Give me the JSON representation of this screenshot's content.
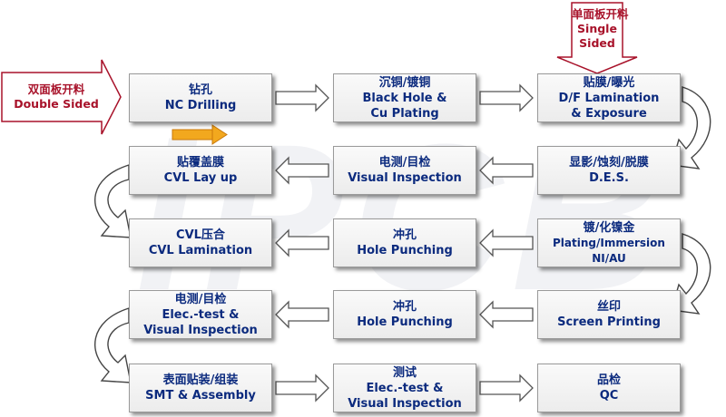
{
  "watermark": "iPCB",
  "entries": {
    "double": {
      "zh": "双面板开料",
      "en": "Double Sided"
    },
    "single": {
      "zh": "单面板开料",
      "en1": "Single",
      "en2": "Sided"
    }
  },
  "steps": {
    "r1": [
      {
        "zh": "钻孔",
        "en1": "NC Drilling"
      },
      {
        "zh": "沉铜/镀铜",
        "en1": "Black Hole &",
        "en2": "Cu Plating"
      },
      {
        "zh": "贴膜/曝光",
        "en1": "D/F Lamination",
        "en2": "& Exposure"
      }
    ],
    "r2": [
      {
        "zh": "贴覆盖膜",
        "en1": "CVL Lay up"
      },
      {
        "zh": "电测/目检",
        "en1": "Visual Inspection"
      },
      {
        "zh": "显影/蚀刻/脱膜",
        "en1": "D.E.S."
      }
    ],
    "r3": [
      {
        "zh": "CVL压合",
        "en1": "CVL Lamination"
      },
      {
        "zh": "冲孔",
        "en1": "Hole Punching"
      },
      {
        "zh": "镀/化镍金",
        "en1": "Plating/Immersion",
        "en2": "NI/AU"
      }
    ],
    "r4": [
      {
        "zh": "电测/目检",
        "en1": "Elec.-test &",
        "en2": "Visual Inspection"
      },
      {
        "zh": "冲孔",
        "en1": "Hole Punching"
      },
      {
        "zh": "丝印",
        "en1": "Screen Printing"
      }
    ],
    "r5": [
      {
        "zh": "表面贴装/组装",
        "en1": "SMT & Assembly"
      },
      {
        "zh": "测试",
        "en1": "Elec.-test &",
        "en2": "Visual Inspection"
      },
      {
        "zh": "品检",
        "en1": "QC"
      }
    ]
  },
  "colors": {
    "box_text": "#0b2a7e",
    "entry_text": "#a8122a",
    "arrow_stroke": "#a8122a",
    "marker": "#f0a020"
  }
}
